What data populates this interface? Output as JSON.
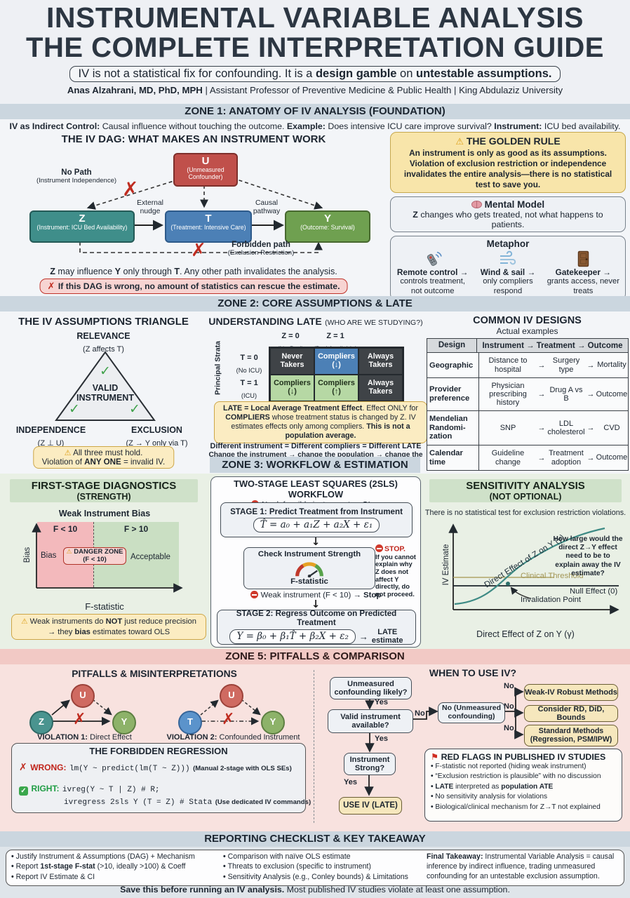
{
  "header": {
    "title1": "INSTRUMENTAL VARIABLE ANALYSIS",
    "title2": "THE COMPLETE INTERPRETATION GUIDE",
    "tagline": {
      "t0": "IV is not a statistical fix for confounding. It is a ",
      "b1": "design gamble",
      "t1": " on ",
      "b2": "untestable assumptions",
      "t2": "."
    },
    "author": {
      "b": "Anas Alzahrani, MD, PhD, MPH",
      "t": " | Assistant Professor of Preventive Medicine & Public Health | King Abdulaziz University"
    }
  },
  "zone1": {
    "strip": "ZONE 1: ANATOMY OF IV ANALYSIS (FOUNDATION)",
    "intro": {
      "b1": "IV as Indirect Control:",
      "t1": " Causal influence without touching the outcome. ",
      "b2": "Example:",
      "t2": " Does intensive ICU care improve survival? ",
      "b3": "Instrument:",
      "t3": " ICU bed availability."
    },
    "dag": {
      "title": "THE IV DAG: WHAT MAKES AN INSTRUMENT WORK",
      "u": {
        "label": "U",
        "sub": "(Unmeasured Confounder)"
      },
      "z": {
        "label": "Z",
        "sub": "(Instrument: ICU Bed Availability)"
      },
      "t": {
        "label": "T",
        "sub": "(Treatment: Intensive Care)"
      },
      "y": {
        "label": "Y",
        "sub": "(Outcome: Survival)"
      },
      "no_path": "No Path",
      "no_path_sub": "(Instrument Independence)",
      "external_nudge": "External nudge",
      "causal_pathway": "Causal pathway",
      "forbidden": "Forbidden path",
      "forbidden_sub": "(Exclusion Restriction)",
      "note": {
        "b1": "Z",
        "t1": " may influence ",
        "b2": "Y",
        "t2": " only through ",
        "b3": "T",
        "t3": ". Any other path invalidates the analysis."
      },
      "warning": "If this DAG is wrong, no amount of statistics can rescue the estimate."
    },
    "golden_rule": {
      "title": "THE GOLDEN RULE",
      "body": "An instrument is only as good as its assumptions. Violation of exclusion restriction or independence invalidates the entire analysis—there is no statistical test to save you."
    },
    "mental_model": {
      "title": "Mental Model",
      "b": "Z",
      "t": " changes who gets treated, not what happens to patients."
    },
    "metaphor": {
      "title": "Metaphor",
      "items": [
        {
          "b": "Remote control →",
          "t": "controls treatment, not outcome"
        },
        {
          "b": "Wind & sail →",
          "t": "only compliers respond"
        },
        {
          "b": "Gatekeeper →",
          "t": "grants access, never treats"
        }
      ]
    }
  },
  "zone2": {
    "strip": "ZONE 2: CORE ASSUMPTIONS & LATE",
    "triangle": {
      "title": "THE IV ASSUMPTIONS TRIANGLE",
      "apex": "RELEVANCE",
      "apex_sub": "(Z affects T)",
      "center1": "VALID",
      "center2": "INSTRUMENT",
      "left": "INDEPENDENCE",
      "left_sub": "(Z ⊥ U)",
      "right": "EXCLUSION",
      "right_sub": "(Z → Y only via T)",
      "warn1": "All three must hold.",
      "warn2": {
        "t0": "Violation of ",
        "b1": "ANY ONE",
        "t1": " = invalid IV."
      }
    },
    "late": {
      "title": "UNDERSTANDING LATE",
      "title_sub": "(WHO ARE WE STUDYING?)",
      "col1": "Z = 0",
      "col1_sub": "(No Bed)",
      "col2": "Z = 1",
      "col2_sub": "(Bed Available)",
      "axis": "Principal Strata",
      "row1": "T = 0",
      "row1_sub": "(No ICU)",
      "row2": "T = 1",
      "row2_sub": "(ICU)",
      "cells": [
        [
          {
            "l1": "Never",
            "l2": "Takers"
          },
          {
            "l1": "Compliers",
            "l2": "(↓)"
          },
          {
            "l1": "Always",
            "l2": "Takers"
          }
        ],
        [
          {
            "l1": "Compliers",
            "l2": "(↓)"
          },
          {
            "l1": "Compliers",
            "l2": "(↑)"
          },
          {
            "l1": "Always",
            "l2": "Takers"
          }
        ]
      ],
      "note": {
        "b1": "LATE = Local Average Treatment Effect",
        "t1": ". Effect ONLY for ",
        "b2": "COMPLIERS",
        "t2": " whose treatment status is changed by Z. IV estimates effects only among compliers. ",
        "b3": "This is not a population average."
      },
      "diff1": "Different instrument = Different compliers = Different LATE",
      "diff2": "Change the instrument → change the population → change the estimand."
    },
    "designs": {
      "title": "COMMON IV DESIGNS",
      "sub": "Actual examples",
      "h1": "Design",
      "h2": "Instrument → Treatment → Outcome",
      "arrow": "→",
      "rows": [
        {
          "design": "Geographic",
          "instrument": "Distance to hospital",
          "treatment": "Surgery type",
          "outcome": "Mortality"
        },
        {
          "design": "Provider preference",
          "instrument": "Physician prescribing history",
          "treatment": "Drug A vs B",
          "outcome": "Outcome"
        },
        {
          "design": "Mendelian Randomi- zation",
          "instrument": "SNP",
          "treatment": "LDL cholesterol",
          "outcome": "CVD"
        },
        {
          "design": "Calendar time",
          "instrument": "Guideline change",
          "treatment": "Treatment adoption",
          "outcome": "Outcome"
        }
      ]
    }
  },
  "zone3": {
    "strip": "ZONE 3: WORKFLOW & ESTIMATION",
    "diagnostics": {
      "title": "FIRST-STAGE DIAGNOSTICS",
      "subtitle": "(STRENGTH)",
      "chart_title": "Weak Instrument Bias",
      "f_low": "F < 10",
      "f_high": "F > 10",
      "bias_region": "Bias",
      "danger1": "DANGER ZONE",
      "danger2": "(F < 10)",
      "acceptable": "Acceptable",
      "ylabel": "Bias",
      "xlabel": "F-statistic",
      "note": {
        "t0": "Weak instruments do ",
        "b1": "NOT",
        "t1": " just reduce precision → they ",
        "b2": "bias",
        "t2": " estimates toward OLS"
      }
    },
    "workflow": {
      "title": "TWO-STAGE LEAST SQUARES (2SLS) WORKFLOW",
      "stop1": {
        "t0": "No defensible instrument → ",
        "b1": "Stop"
      },
      "stage1": "STAGE 1: Predict Treatment from Instrument",
      "formula1": "T̂ = a₀ + a₁Z + a₂X + ε₁",
      "check": "Check Instrument Strength",
      "gauge_label": "F-statistic",
      "stop_side_title": "STOP.",
      "stop_side": "If you cannot explain why Z does not affect Y directly, do not proceed.",
      "stop2": {
        "t0": "Weak instrument (F < 10) → ",
        "b1": "Stop"
      },
      "stage2": "STAGE 2: Regress Outcome on Predicted Treatment",
      "formula2": "Y = β₀ + β₁T̂ + β₂X + ε₂",
      "late1": "LATE",
      "late2": "estimate"
    },
    "sensitivity": {
      "title": "SENSITIVITY ANALYSIS",
      "subtitle": "(NOT OPTIONAL)",
      "note": "There is no statistical test for exclusion restriction violations.",
      "curve_label": "Direct Effect of Z on Y (γ)",
      "question": "How large would the direct Z→Y effect need to be to explain away the IV estimate?",
      "clinical": "Clinical Threshold",
      "null_label": "Null Effect (0)",
      "invalidation": "Invalidation Point",
      "ylabel": "IV Estimate",
      "xlabel": "Direct Effect of Z on Y (γ)"
    }
  },
  "zone5": {
    "strip": "ZONE 5: PITFALLS & COMPARISON",
    "pitfalls": {
      "title": "PITFALLS & MISINTERPRETATIONS",
      "v1": {
        "n1": "Z",
        "n2": "U",
        "n3": "Y",
        "cap_b": "VIOLATION 1:",
        "cap": " Direct Effect"
      },
      "v2": {
        "n1": "T",
        "n2": "U",
        "n3": "Y",
        "cap_b": "VIOLATION 2:",
        "cap": " Confounded Instrument"
      }
    },
    "forbidden": {
      "title": "THE FORBIDDEN REGRESSION",
      "wrong_label": "WRONG:",
      "wrong_code": "lm(Y ~ predict(lm(T ~ Z)))",
      "wrong_note": "(Manual 2-stage with OLS SEs)",
      "right_label": "RIGHT:",
      "right_code1": "ivreg(Y ~ T | Z) # R;",
      "right_code2": "ivregress 2sls Y (T = Z) # Stata",
      "right_note": "(Use dedicated IV commands)"
    },
    "when": {
      "title": "WHEN TO USE IV?",
      "q1": "Unmeasured confounding likely?",
      "q2": "Valid instrument available?",
      "q3": "Instrument Strong?",
      "mid": "No (Unmeasured confounding)",
      "yes": "Yes",
      "no": "No",
      "use": "USE IV (LATE)",
      "out1": "Weak-IV Robust Methods",
      "out2": "Consider RD, DiD, Bounds",
      "out3a": "Standard Methods",
      "out3b": "(Regression, PSM/IPW)"
    },
    "redflags": {
      "title": "RED FLAGS IN PUBLISHED IV STUDIES",
      "items": [
        {
          "t1": "F-statistic not reported (hiding weak instrument)"
        },
        {
          "t1": "“Exclusion restriction is plausible” with no discussion"
        },
        {
          "b1": "LATE",
          "t1": " interpreted as ",
          "b2": "population ATE"
        },
        {
          "t1": "No sensitivity analysis for violations"
        },
        {
          "t1": "Biological/clinical mechanism for Z→T not explained"
        }
      ]
    }
  },
  "reporting": {
    "strip": "REPORTING CHECKLIST & KEY TAKEAWAY",
    "col1": [
      {
        "t0": "Justify Instrument & Assumptions (DAG) + Mechanism"
      },
      {
        "t0": "Report ",
        "b1": "1st-stage F-stat",
        "t1": " (>10, ideally >100) & Coeff"
      },
      {
        "t0": "Report IV Estimate & CI"
      }
    ],
    "col2": [
      {
        "t0": "Comparison with naïve OLS estimate"
      },
      {
        "t0": "Threats to exclusion (specific to instrument)"
      },
      {
        "t0": "Sensitivity Analysis (e.g., Conley bounds) & Limitations"
      }
    ],
    "takeaway": {
      "b": "Final Takeaway:",
      "t": " Instrumental Variable Analysis = causal inference by indirect influence, trading unmeasured confounding for an untestable exclusion assumption."
    },
    "footer": {
      "b": "Save this before running an IV analysis.",
      "t": " Most published IV studies violate at least one assumption."
    }
  },
  "colors": {
    "node_u": "#c0504b",
    "node_z": "#3f8e8a",
    "node_t": "#4c80b6",
    "node_y": "#6fa050",
    "danger_red": "#c0332a",
    "ok_green": "#3aa74c",
    "zone_strip": "#cbd6df",
    "zone5_strip": "#f2c9c5",
    "zone5_bg": "#f8e2df",
    "zone3_bg": "#e9f0e5",
    "gold_box": "#f6e7bd",
    "warning_yellow": "#fbecc2"
  },
  "icons": {
    "warning": "⚠",
    "cross": "✗",
    "check": "✓",
    "flag": "⚑",
    "arrow_down": "↓",
    "arrow_right": "→"
  }
}
